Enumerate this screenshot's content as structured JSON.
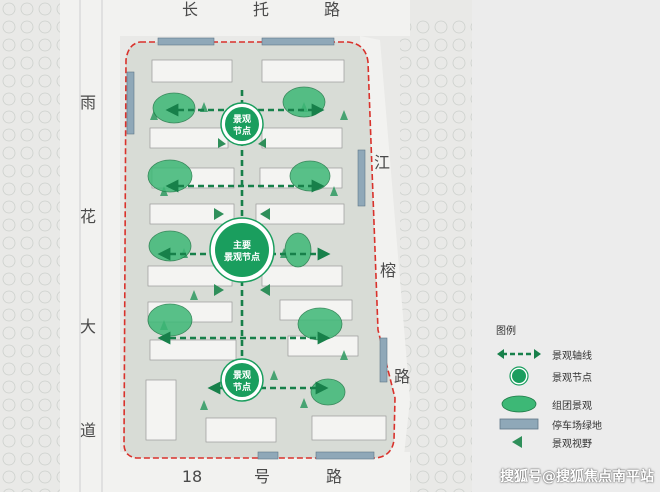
{
  "colors": {
    "node_fill": "#1a9e5e",
    "axis_green": "#17804a",
    "cluster_fill": "#3db876",
    "boundary_red": "#d9312b",
    "parking_fill": "#8fa8b8",
    "view_arrow": "#2f8f5a",
    "background": "#ebebeb"
  },
  "streets": {
    "north": [
      "长",
      "托",
      "路"
    ],
    "west": [
      "雨",
      "花",
      "大",
      "道"
    ],
    "east": [
      "江",
      "榕",
      "路"
    ],
    "south": [
      "18",
      "号",
      "路"
    ]
  },
  "nodes": [
    {
      "line1": "景观",
      "line2": "节点"
    },
    {
      "line1": "主要",
      "line2": "景观节点"
    },
    {
      "line1": "景观",
      "line2": "节点"
    }
  ],
  "legend": {
    "title": "图例",
    "items": [
      {
        "icon": "dashed-axis-arrow-icon",
        "label": "景观轴线"
      },
      {
        "icon": "landscape-node-circle-icon",
        "label": "景观节点"
      },
      {
        "icon": "cluster-ellipse-icon",
        "label": "组团景观"
      },
      {
        "icon": "parking-rect-icon",
        "label": "停车场绿地"
      },
      {
        "icon": "view-arrow-icon",
        "label": "景观视野"
      }
    ]
  },
  "watermark": "搜狐号@搜狐焦点南平站"
}
